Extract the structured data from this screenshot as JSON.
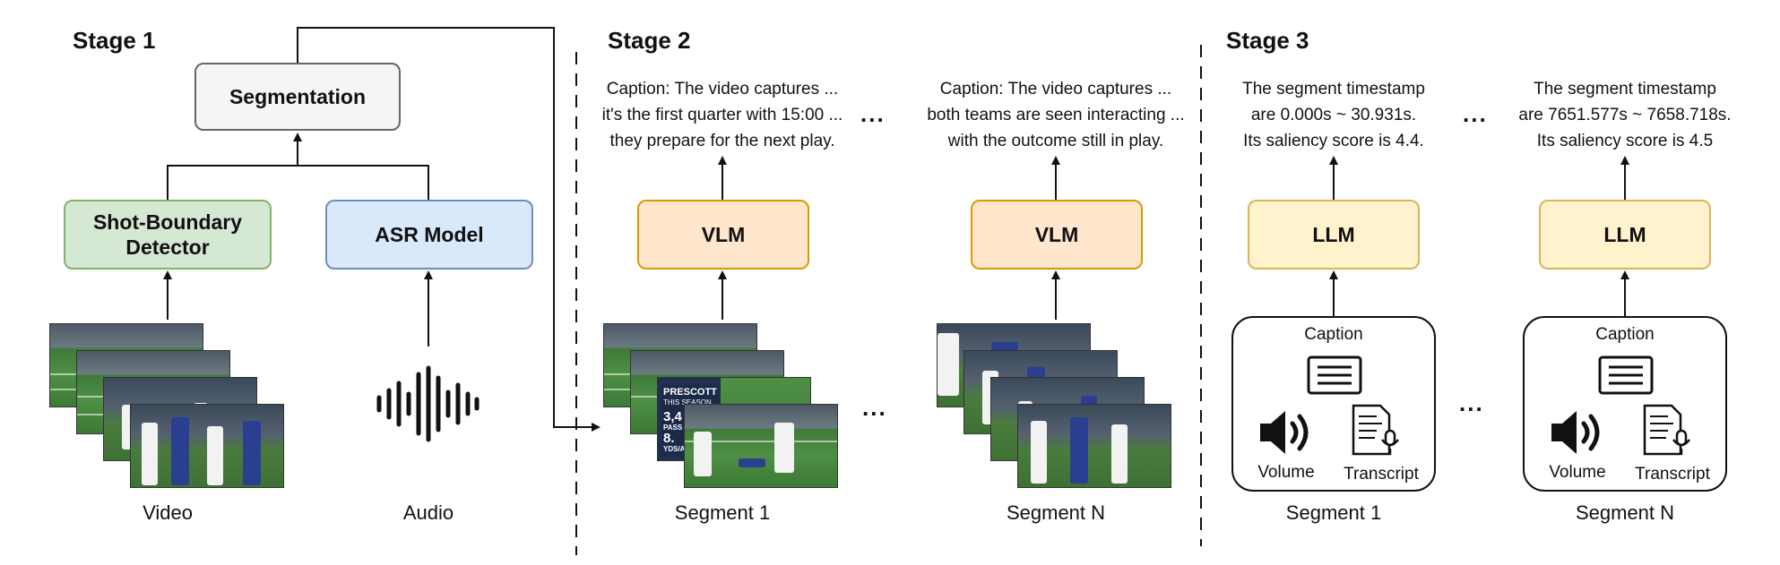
{
  "stages": {
    "stage1": "Stage 1",
    "stage2": "Stage 2",
    "stage3": "Stage 3"
  },
  "stage1": {
    "segmentation": "Segmentation",
    "shot_boundary_detector": "Shot-Boundary Detector",
    "asr_model": "ASR Model",
    "video_label": "Video",
    "audio_label": "Audio"
  },
  "stage2": {
    "seg1": {
      "caption_lines": [
        "Caption: The video captures ...",
        "it's the first quarter with 15:00 ...",
        "they prepare for the next play."
      ],
      "model": "VLM",
      "label": "Segment 1"
    },
    "segN": {
      "caption_lines": [
        "Caption: The video captures ...",
        "both teams are seen interacting ...",
        "with the outcome still in play."
      ],
      "model": "VLM",
      "label": "Segment N"
    },
    "ellipsis": "..."
  },
  "stage3": {
    "seg1": {
      "output_lines": [
        "The segment timestamp",
        "are 0.000s ~ 30.931s.",
        "Its saliency score is 4.4."
      ],
      "model": "LLM",
      "caption": "Caption",
      "volume": "Volume",
      "transcript": "Transcript",
      "label": "Segment 1"
    },
    "segN": {
      "output_lines": [
        "The segment timestamp",
        "are 7651.577s ~ 7658.718s.",
        "Its saliency score is 4.5"
      ],
      "model": "LLM",
      "caption": "Caption",
      "volume": "Volume",
      "transcript": "Transcript",
      "label": "Segment N"
    },
    "ellipsis": "..."
  },
  "frame_overlays": {
    "scorebug_name": "PRESCOTT",
    "scorebug_sub": "THIS SEASON",
    "scorebug_stat1": "3,4",
    "scorebug_stat2": "PASS",
    "scorebug_stat3": "8.",
    "scorebug_stat4": "YDS/A"
  },
  "icons": {
    "caption": "document-lines-icon",
    "volume": "speaker-volume-icon",
    "transcript": "transcript-mic-icon",
    "audio": "audio-waveform-icon"
  },
  "colors": {
    "segmentation_fill": "#f5f5f5",
    "green_fill": "#d5e8d4",
    "blue_fill": "#dae8fc",
    "vlm_fill": "#ffe6cc",
    "llm_fill": "#fff2cc"
  }
}
